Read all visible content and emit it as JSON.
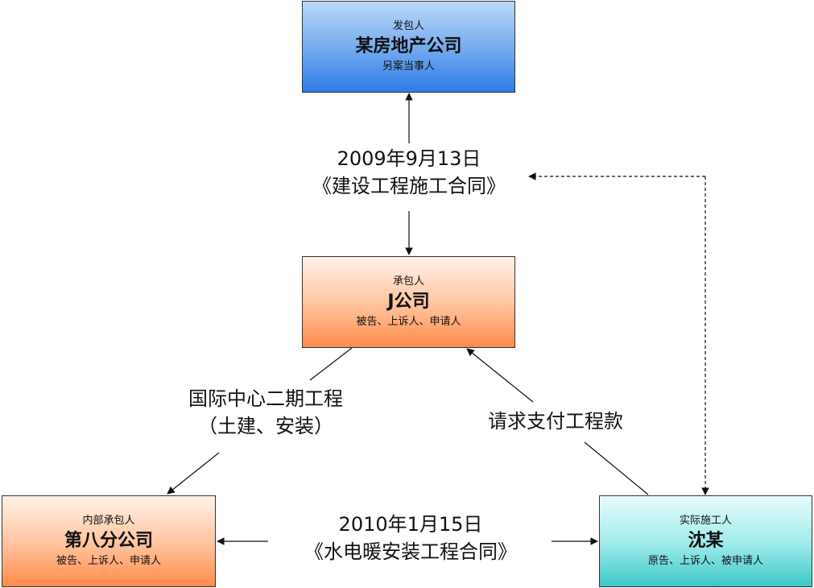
{
  "nodes": {
    "developer": {
      "role": "发包人",
      "name": "某房地产公司",
      "status": "另案当事人",
      "color": "#2d7de6"
    },
    "contractor": {
      "role": "承包人",
      "name": "J公司",
      "status": "被告、上诉人、申请人",
      "color": "#ff8a4a"
    },
    "branch": {
      "role": "内部承包人",
      "name": "第八分公司",
      "status": "被告、上诉人、申请人",
      "color": "#ff8a4a"
    },
    "builder": {
      "role": "实际施工人",
      "name": "沈某",
      "status": "原告、上诉人、被申请人",
      "color": "#3cc8c8"
    }
  },
  "edges": {
    "contract_2009": {
      "line1": "2009年9月13日",
      "line2": "《建设工程施工合同》"
    },
    "project": {
      "line1": "国际中心二期工程",
      "line2": "（土建、安装）"
    },
    "payment": {
      "text": "请求支付工程款"
    },
    "contract_2010": {
      "line1": "2010年1月15日",
      "line2": "《水电暖安装工程合同》"
    }
  }
}
